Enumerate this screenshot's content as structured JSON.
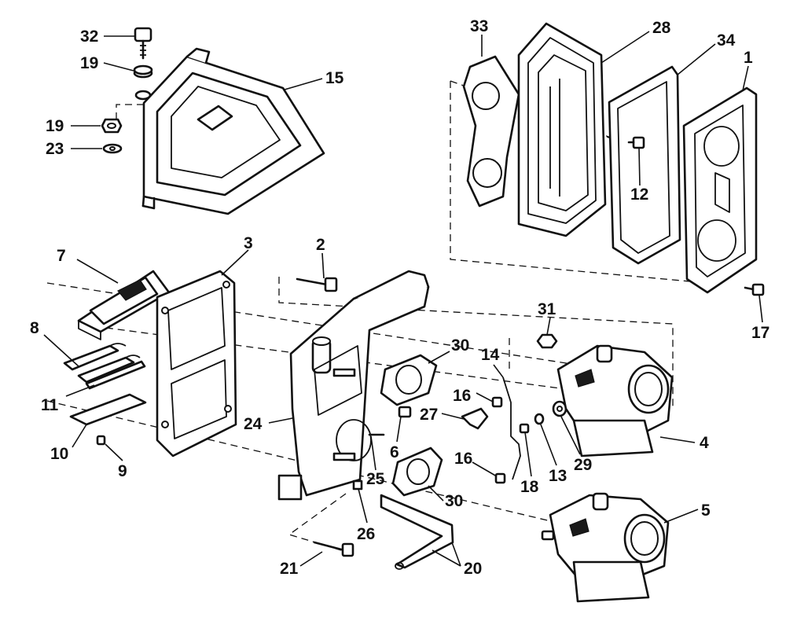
{
  "diagram": {
    "callouts": [
      {
        "id": "32",
        "label": "32"
      },
      {
        "id": "19a",
        "label": "19"
      },
      {
        "id": "19b",
        "label": "19"
      },
      {
        "id": "23",
        "label": "23"
      },
      {
        "id": "15",
        "label": "15"
      },
      {
        "id": "33",
        "label": "33"
      },
      {
        "id": "28",
        "label": "28"
      },
      {
        "id": "34",
        "label": "34"
      },
      {
        "id": "1",
        "label": "1"
      },
      {
        "id": "12",
        "label": "12"
      },
      {
        "id": "17",
        "label": "17"
      },
      {
        "id": "7",
        "label": "7"
      },
      {
        "id": "3",
        "label": "3"
      },
      {
        "id": "2",
        "label": "2"
      },
      {
        "id": "8",
        "label": "8"
      },
      {
        "id": "11",
        "label": "11"
      },
      {
        "id": "10",
        "label": "10"
      },
      {
        "id": "9",
        "label": "9"
      },
      {
        "id": "31",
        "label": "31"
      },
      {
        "id": "30a",
        "label": "30"
      },
      {
        "id": "14",
        "label": "14"
      },
      {
        "id": "16a",
        "label": "16"
      },
      {
        "id": "27",
        "label": "27"
      },
      {
        "id": "24",
        "label": "24"
      },
      {
        "id": "6",
        "label": "6"
      },
      {
        "id": "25",
        "label": "25"
      },
      {
        "id": "16b",
        "label": "16"
      },
      {
        "id": "18",
        "label": "18"
      },
      {
        "id": "13",
        "label": "13"
      },
      {
        "id": "29",
        "label": "29"
      },
      {
        "id": "4",
        "label": "4"
      },
      {
        "id": "30b",
        "label": "30"
      },
      {
        "id": "26",
        "label": "26"
      },
      {
        "id": "5",
        "label": "5"
      },
      {
        "id": "21",
        "label": "21"
      },
      {
        "id": "20",
        "label": "20"
      }
    ]
  }
}
